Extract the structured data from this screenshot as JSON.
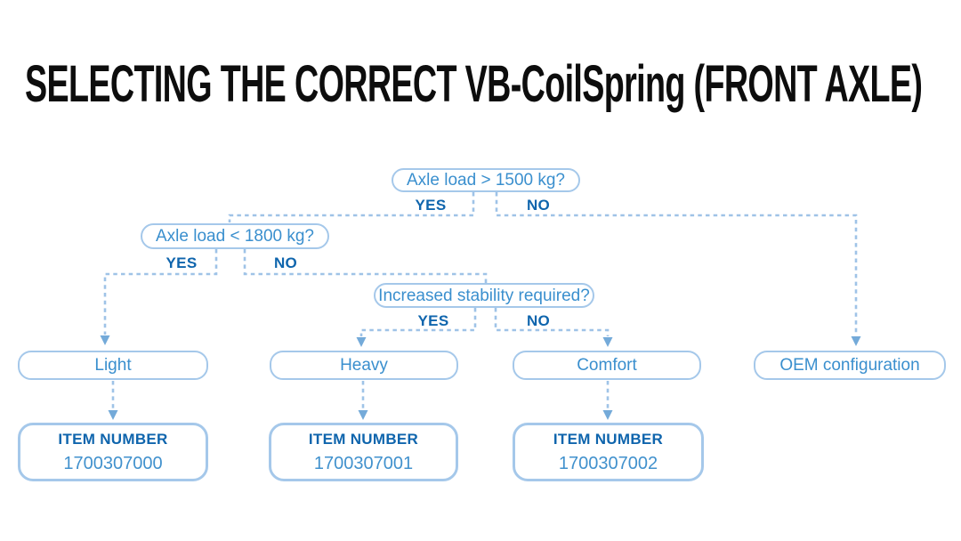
{
  "title": "SELECTING THE CORRECT VB-CoilSpring (FRONT AXLE)",
  "colors": {
    "background": "#ffffff",
    "title_text": "#0d0d0d",
    "box_border": "#a5c8ea",
    "box_text": "#3a8fce",
    "yes_no_text": "#0f65ad",
    "item_heading_text": "#0f65ad",
    "item_value_text": "#4191cd",
    "connector_dash": "#9fc3e7",
    "arrowhead": "#74aad9"
  },
  "flowchart": {
    "decisions": [
      {
        "label": "Axle load > 1500 kg?",
        "yes_label": "YES",
        "no_label": "NO"
      },
      {
        "label": "Axle load < 1800 kg?",
        "yes_label": "YES",
        "no_label": "NO"
      },
      {
        "label": "Increased stability required?",
        "yes_label": "YES",
        "no_label": "NO"
      }
    ],
    "outcomes": [
      {
        "label": "Light"
      },
      {
        "label": "Heavy"
      },
      {
        "label": "Comfort"
      },
      {
        "label": "OEM configuration"
      }
    ],
    "items": [
      {
        "heading": "ITEM NUMBER",
        "number": "1700307000"
      },
      {
        "heading": "ITEM NUMBER",
        "number": "1700307001"
      },
      {
        "heading": "ITEM NUMBER",
        "number": "1700307002"
      }
    ]
  }
}
